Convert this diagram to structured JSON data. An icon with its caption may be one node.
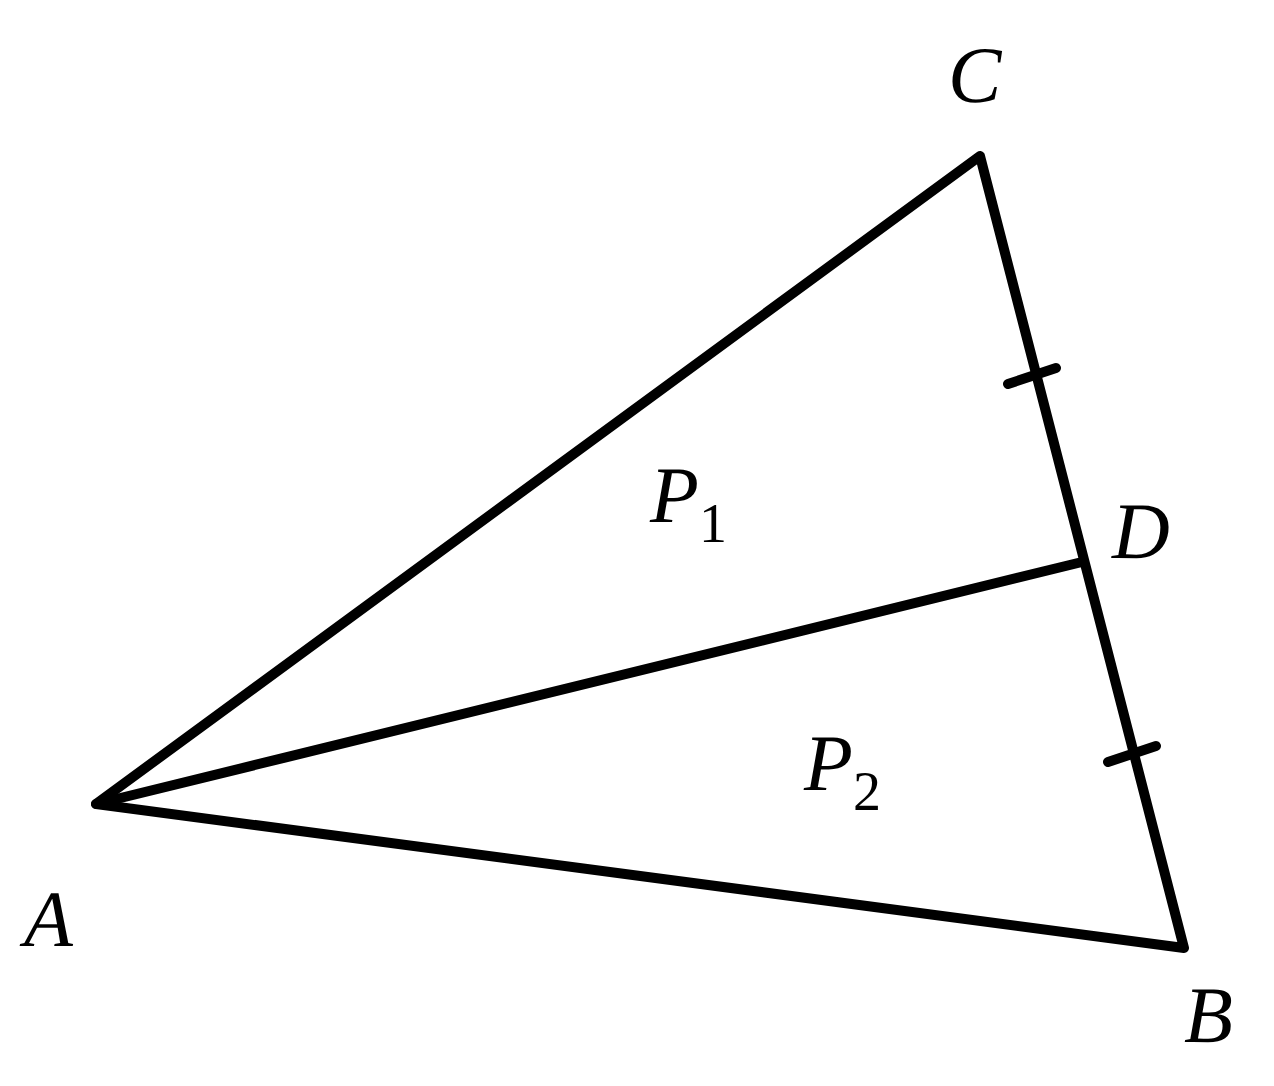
{
  "diagram": {
    "labels": [
      "C",
      "*P*$_{1}$",
      "D",
      "*P*$_{2}$",
      "A",
      "B"
    ]
  }
}
